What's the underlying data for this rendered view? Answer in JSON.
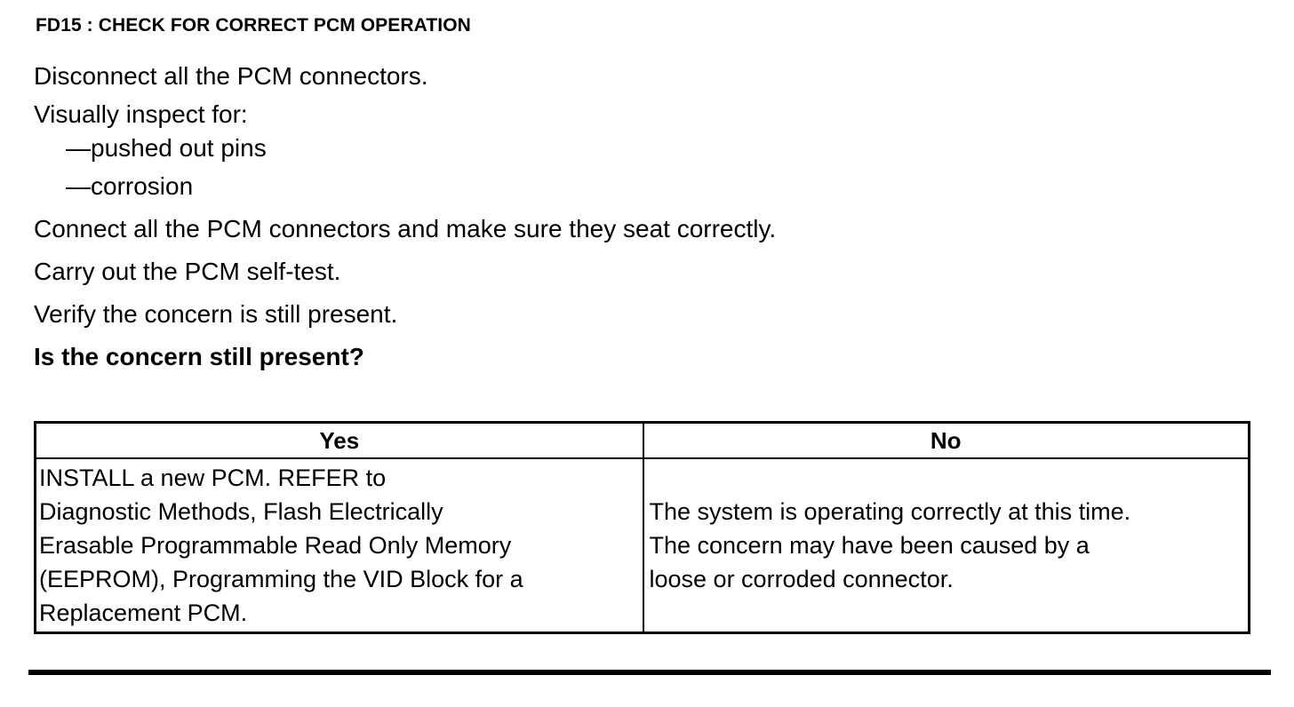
{
  "document": {
    "title": "FD15 : CHECK FOR CORRECT PCM OPERATION",
    "steps": [
      {
        "text": "Disconnect all the PCM connectors.",
        "bold": false,
        "indent": false
      },
      {
        "text": "Visually inspect for:",
        "bold": false,
        "indent": false
      },
      {
        "text": "—pushed out pins",
        "bold": false,
        "indent": true
      },
      {
        "text": "—corrosion",
        "bold": false,
        "indent": true
      },
      {
        "text": "Connect all the PCM connectors and make sure they seat correctly.",
        "bold": false,
        "indent": false
      },
      {
        "text": "Carry out the PCM self-test.",
        "bold": false,
        "indent": false
      },
      {
        "text": "Verify the concern is still present.",
        "bold": false,
        "indent": false
      },
      {
        "text": "Is the concern still present?",
        "bold": true,
        "indent": false
      }
    ],
    "step_lines": {
      "l0": "Disconnect all the PCM connectors.",
      "l1": "Visually inspect for:",
      "l2": "—pushed out pins",
      "l3": "—corrosion",
      "l4": "Connect all the PCM connectors and make sure they seat correctly.",
      "l5": "Carry out the PCM self-test.",
      "l6": "Verify the concern is still present.",
      "l7": "Is the concern still present?"
    },
    "decision_table": {
      "headers": {
        "yes": "Yes",
        "no": "No"
      },
      "yes_cell": {
        "lines": {
          "l0": "INSTALL a new PCM. REFER to",
          "l1": " Diagnostic Methods, Flash Electrically",
          "l2": "Erasable Programmable Read Only Memory",
          "l3": "(EEPROM), Programming the VID Block for a",
          "l4": "Replacement PCM."
        },
        "full_text": "INSTALL a new PCM. REFER to Diagnostic Methods, Flash Electrically Erasable Programmable Read Only Memory (EEPROM), Programming the VID Block for a Replacement PCM."
      },
      "no_cell": {
        "lines": {
          "l0": "The system is operating correctly at this time.",
          "l1": "The concern may have been caused by a",
          "l2": "loose or corroded connector."
        },
        "full_text": "The system is operating correctly at this time. The concern may have been caused by a loose or corroded connector."
      }
    },
    "colors": {
      "text": "#000000",
      "background": "#ffffff",
      "rule": "#000000"
    }
  }
}
